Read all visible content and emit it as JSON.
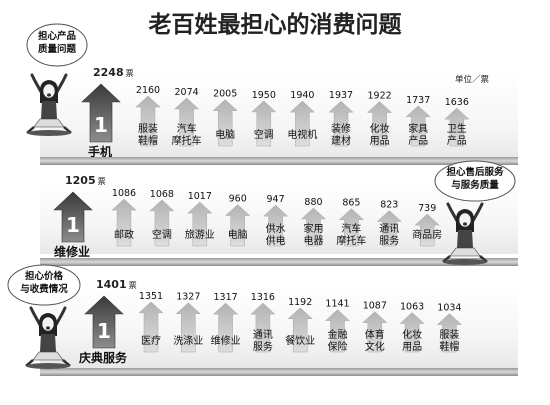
{
  "page": {
    "title": "老百姓最担心的消费问题"
  },
  "bubbles": [
    {
      "lines": [
        "担心产品",
        "质量问题"
      ]
    },
    {
      "lines": [
        "担心售后服务",
        "与服务质量"
      ]
    },
    {
      "lines": [
        "担心价格",
        "与收费情况"
      ]
    }
  ],
  "unit_label": "单位／票",
  "value_suffix": "票",
  "rank_label": "1",
  "chart_data": [
    {
      "type": "bar",
      "title": "担心产品质量问题",
      "top": {
        "label": "手机",
        "value": 2248
      },
      "categories": [
        "服装鞋帽",
        "汽车摩托车",
        "电脑",
        "空调",
        "电视机",
        "装修建材",
        "化妆用品",
        "家具产品",
        "卫生产品"
      ],
      "category_lines": [
        [
          "服装",
          "鞋帽"
        ],
        [
          "汽车",
          "摩托车"
        ],
        [
          "电脑"
        ],
        [
          "空调"
        ],
        [
          "电视机"
        ],
        [
          "装修",
          "建材"
        ],
        [
          "化妆",
          "用品"
        ],
        [
          "家具",
          "产品"
        ],
        [
          "卫生",
          "产品"
        ]
      ],
      "values": [
        2160,
        2074,
        2005,
        1950,
        1940,
        1937,
        1922,
        1737,
        1636
      ]
    },
    {
      "type": "bar",
      "title": "担心售后服务与服务质量",
      "top": {
        "label": "维修业",
        "value": 1205
      },
      "categories": [
        "邮政",
        "空调",
        "旅游业",
        "电脑",
        "供水供电",
        "家用电器",
        "汽车摩托车",
        "通讯服务",
        "商品房"
      ],
      "category_lines": [
        [
          "邮政"
        ],
        [
          "空调"
        ],
        [
          "旅游业"
        ],
        [
          "电脑"
        ],
        [
          "供水",
          "供电"
        ],
        [
          "家用",
          "电器"
        ],
        [
          "汽车",
          "摩托车"
        ],
        [
          "通讯",
          "服务"
        ],
        [
          "商品房"
        ]
      ],
      "values": [
        1086,
        1068,
        1017,
        960,
        947,
        880,
        865,
        823,
        739
      ]
    },
    {
      "type": "bar",
      "title": "担心价格与收费情况",
      "top": {
        "label": "庆典服务",
        "value": 1401
      },
      "categories": [
        "医疗",
        "洗涤业",
        "维修业",
        "通讯服务",
        "餐饮业",
        "金融保险",
        "体育文化",
        "化妆用品",
        "服装鞋帽"
      ],
      "category_lines": [
        [
          "医疗"
        ],
        [
          "洗涤业"
        ],
        [
          "维修业"
        ],
        [
          "通讯",
          "服务"
        ],
        [
          "餐饮业"
        ],
        [
          "金融",
          "保险"
        ],
        [
          "体育",
          "文化"
        ],
        [
          "化妆",
          "用品"
        ],
        [
          "服装",
          "鞋帽"
        ]
      ],
      "values": [
        1351,
        1327,
        1317,
        1316,
        1192,
        1141,
        1087,
        1063,
        1034
      ]
    }
  ]
}
